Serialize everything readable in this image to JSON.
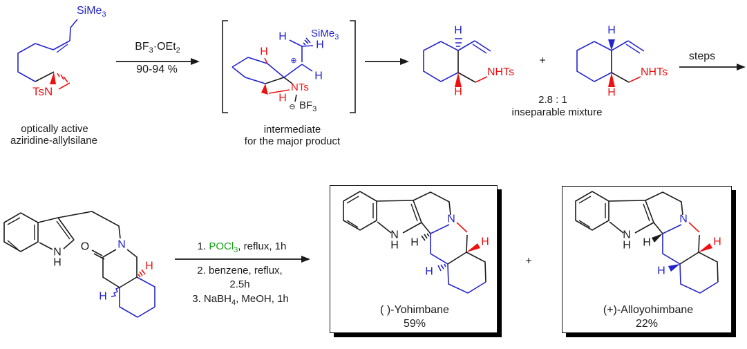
{
  "colors": {
    "blue": "#2323cc",
    "red": "#ee1111",
    "green": "#16a016",
    "black": "#1a1a1a"
  },
  "scheme": {
    "top": {
      "reactant": {
        "si_base": "SiMe",
        "si_sub": "3",
        "tsn": "TsN",
        "caption1": "optically active",
        "caption2": "aziridine-allylsilane"
      },
      "arrow1": {
        "r1": "BF",
        "r1s": "3",
        "r2": "·OEt",
        "r2s": "2",
        "yield": "90-94 %"
      },
      "intermediate": {
        "h1": "H",
        "h2": "H",
        "h3": "H",
        "h_red_top": "H",
        "h_red_bottom": "H",
        "si_base": "SiMe",
        "si_sub": "3",
        "plus_circle": "⊕",
        "minus_circle": "⊖",
        "nts": "NTs",
        "bf": "BF",
        "bf_sub": "3",
        "caption1": "intermediate",
        "caption2": "for the major product"
      },
      "product_a": {
        "h_top": "H",
        "h_bottom": "H",
        "nhts": "NHTs"
      },
      "plus": "+",
      "product_b": {
        "h_top": "H",
        "h_bottom": "H",
        "nhts": "NHTs"
      },
      "ratio": "2.8 : 1",
      "ratio_note": "inseparable mixture",
      "steps": "steps"
    },
    "bottom": {
      "substrate": {
        "n_indole": "N",
        "h_indole": "H",
        "o": "O",
        "n_ring": "N",
        "h_red": "H",
        "h_blue": "H"
      },
      "conditions": {
        "l1a": "1. ",
        "l1b": "POCl",
        "l1bs": "3",
        "l1c": ", reflux, 1h",
        "l2": "2. benzene, reflux,",
        "l3": "2.5h",
        "l4a": "3. NaBH",
        "l4as": "4",
        "l4b": ", MeOH, 1h"
      },
      "plus": "+",
      "box1": {
        "n_indole": "N",
        "h_indole": "H",
        "h_black": "H",
        "n_ring": "N",
        "h_red": "H",
        "h_blue": "H",
        "name": "( )-Yohimbane",
        "yield": "59%"
      },
      "box2": {
        "n_indole": "N",
        "h_indole": "H",
        "h_black": "H",
        "n_ring": "N",
        "h_red": "H",
        "h_blue": "H",
        "name": "(+)-Alloyohimbane",
        "yield": "22%"
      }
    }
  }
}
